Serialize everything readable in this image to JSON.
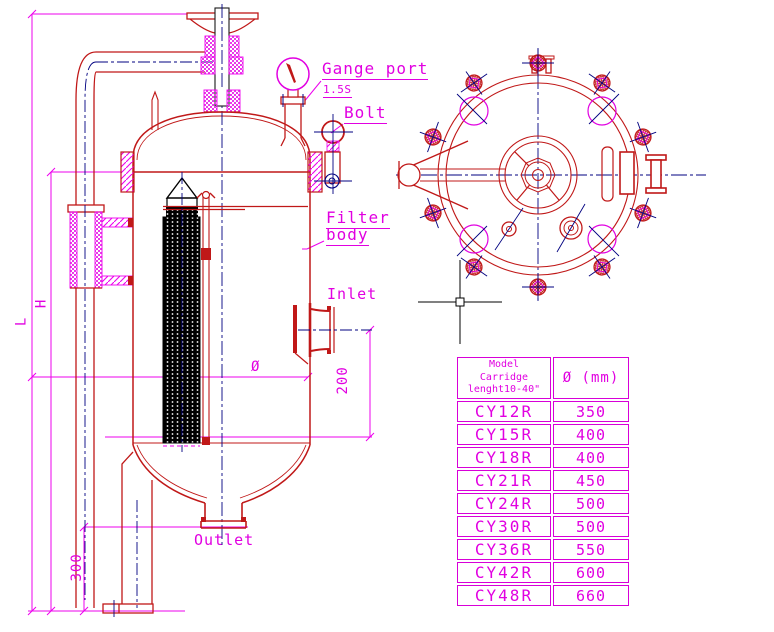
{
  "drawing": {
    "callouts": {
      "gauge_port": "Gange port",
      "gauge_port_size": "1.5S",
      "bolt": "Bolt",
      "filter_body_line1": "Filter",
      "filter_body_line2": "body",
      "inlet": "Inlet",
      "outlet": "Outlet"
    },
    "dimensions": {
      "overall_length": "L",
      "body_height": "H",
      "diameter_symbol": "Ø",
      "inlet_offset": "200",
      "outlet_height": "300"
    },
    "colors": {
      "outline_red": "#c01818",
      "annotation_magenta": "#ee00ee",
      "centerline_navy": "#000080",
      "cartridge_black": "#000000"
    }
  },
  "spec_table": {
    "header": {
      "model_line1": "Model",
      "model_line2": "Carridge",
      "model_line3": "lenght10-40\"",
      "diameter": "Ø (mm)"
    },
    "rows": [
      {
        "model": "CY12R",
        "diameter_mm": "350"
      },
      {
        "model": "CY15R",
        "diameter_mm": "400"
      },
      {
        "model": "CY18R",
        "diameter_mm": "400"
      },
      {
        "model": "CY21R",
        "diameter_mm": "450"
      },
      {
        "model": "CY24R",
        "diameter_mm": "500"
      },
      {
        "model": "CY30R",
        "diameter_mm": "500"
      },
      {
        "model": "CY36R",
        "diameter_mm": "550"
      },
      {
        "model": "CY42R",
        "diameter_mm": "600"
      },
      {
        "model": "CY48R",
        "diameter_mm": "660"
      }
    ]
  }
}
